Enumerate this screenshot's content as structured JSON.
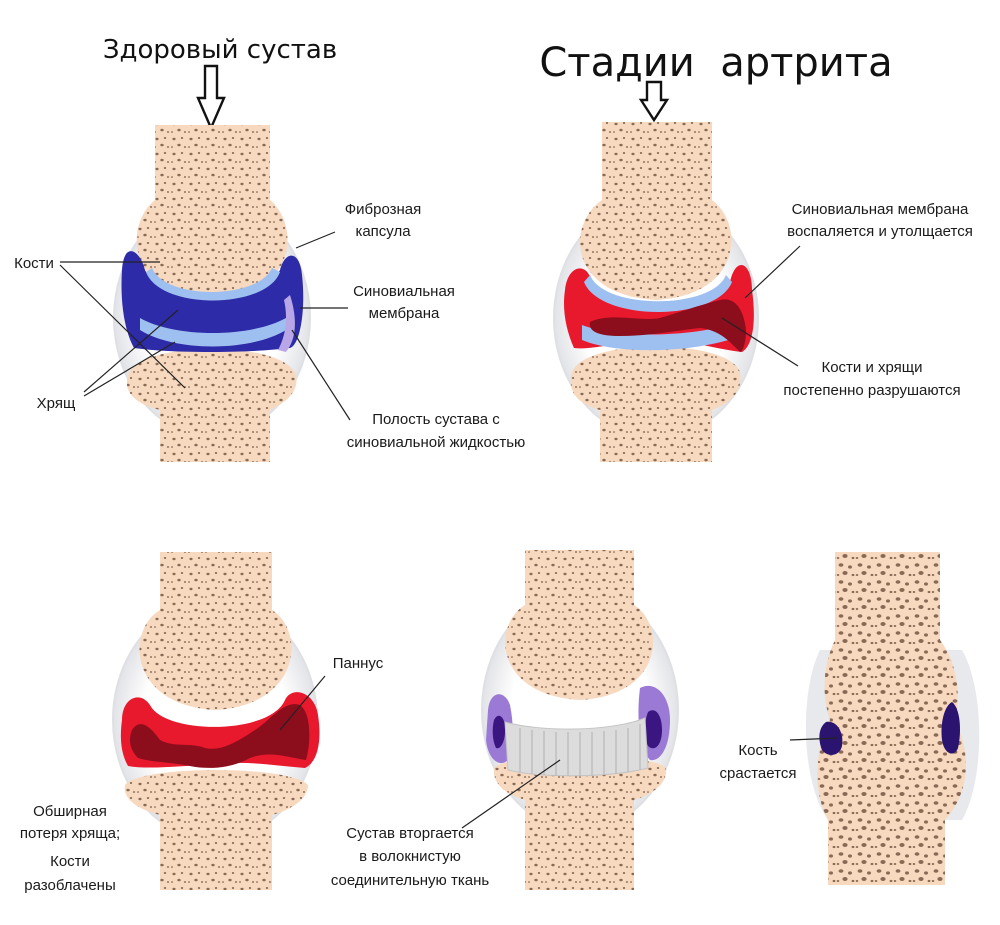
{
  "titles": {
    "healthy": "Здоровый сустав",
    "stages": "Стадии  артрита"
  },
  "labels": {
    "fibrous_capsule": [
      "Фиброзная",
      "капсула"
    ],
    "bones": "Кости",
    "synovial_membrane": [
      "Синовиальная",
      "мембрана"
    ],
    "cartilage": "Хрящ",
    "joint_cavity": [
      "Полость сустава с",
      "синовиальной жидкостью"
    ],
    "membrane_inflamed": [
      "Синовиальная мембрана",
      "воспаляется и утолщается"
    ],
    "bones_cartilage_destroyed": [
      "Кости и хрящи",
      "постепенно разрушаются"
    ],
    "pannus": "Паннус",
    "extensive_loss": [
      "Обширная",
      "потеря хряща;",
      "Кости",
      "разоблачены"
    ],
    "fibrous_invasion": [
      "Сустав вторгается",
      "в волокнистую",
      "соединительную ткань"
    ],
    "bone_fuses": [
      "Кость",
      "срастается"
    ]
  },
  "colors": {
    "bone": "#f7d9bf",
    "bone_pore": "#8a6a55",
    "capsule": "#e6e7ea",
    "synovial_healthy": "#2e2ba8",
    "cartilage": "#9ec0f0",
    "synovial_inflamed": "#e8192c",
    "inflamed_dark": "#8c0d1c",
    "fibrous_tissue": "#d8d8d8",
    "fibrous_purple": "#9b7ad6",
    "fibrous_dark": "#3b1580"
  }
}
